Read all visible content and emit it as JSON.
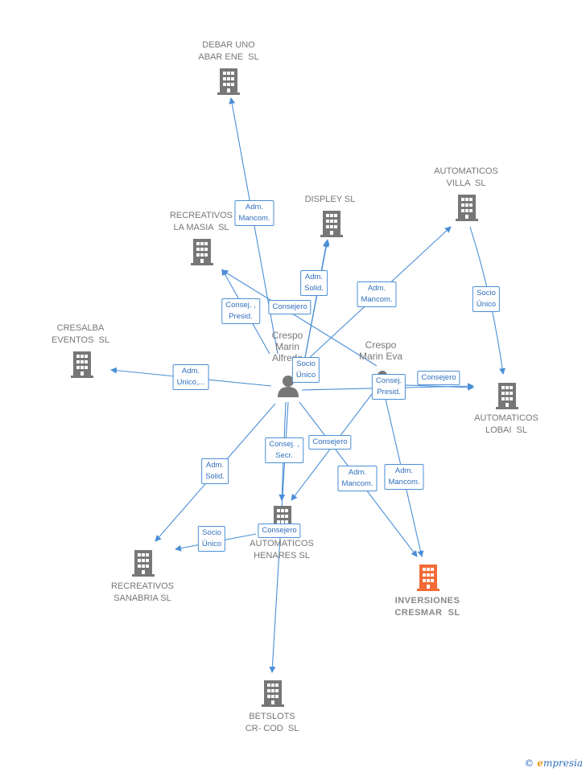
{
  "companies": {
    "debar": "DEBAR UNO\nABAR ENE  SL",
    "displey": "DISPLEY SL",
    "automaticos_villa": "AUTOMATICOS\nVILLA  SL",
    "recreativos_masia": "RECREATIVOS\nLA MASIA  SL",
    "cresalba": "CRESALBA\nEVENTOS  SL",
    "automaticos_lobai": "AUTOMATICOS\nLOBAI  SL",
    "automaticos_henares": "AUTOMATICOS\nHENARES SL",
    "recreativos_sanabria": "RECREATIVOS\nSANABRIA SL",
    "inversiones": "INVERSIONES\nCRESMAR  SL",
    "betslots": "BETSLOTS\nCR- COD  SL"
  },
  "people": {
    "alfredo": "Crespo\nMarin\nAlfredo",
    "eva": "Crespo\nMarin Eva"
  },
  "edges": {
    "e1": "Adm.\nMancom.",
    "e2": "Adm.\nSolid.",
    "e3": "Adm.\nMancom.",
    "e4": "Socio\nÚnico",
    "e5": "Consej. ,\nPresid.",
    "e6": "Consejero",
    "e7": "Adm.\nUnico,...",
    "e8": "Socio\nÚnico",
    "e9": "Consej.\nPresid.",
    "e10": "Consejero",
    "e11": "Consej. ,\nSecr.",
    "e12": "Consejero",
    "e13": "Adm.\nSolid.",
    "e14": "Adm.\nMancom.",
    "e15": "Adm.\nMancom.",
    "e16": "Socio\nÚnico",
    "e17": "Consejero"
  },
  "colors": {
    "edge": "#4a8fd6",
    "building": "#777777",
    "highlight": "#f26a35",
    "person": "#777777"
  },
  "brand": {
    "copyright": "©",
    "name_first": "e",
    "name_rest": "mpresia"
  }
}
